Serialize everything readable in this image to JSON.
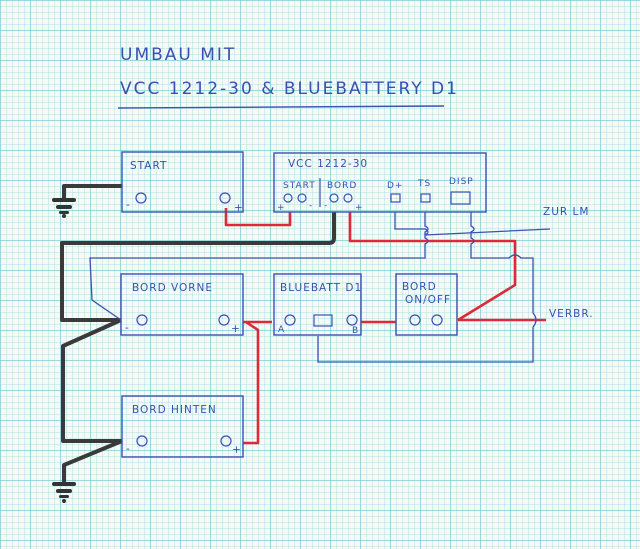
{
  "title": {
    "line1": "UMBAU MIT",
    "line2": "VCC 1212-30 & BLUEBATTERY D1"
  },
  "components": {
    "start_battery": {
      "label": "START",
      "minus": "-",
      "plus": "+"
    },
    "vcc": {
      "label": "VCC 1212-30",
      "start_group": "START",
      "bord_group": "BORD",
      "terminals": [
        "D+",
        "TS",
        "DISP"
      ],
      "start_plus": "+",
      "start_minus": "-",
      "bord_minus": "-",
      "bord_plus": "+"
    },
    "bord_vorne": {
      "label": "BORD VORNE",
      "minus": "-",
      "plus": "+"
    },
    "bluebatt": {
      "label": "BLUEBATT D1",
      "a": "A",
      "b": "B"
    },
    "bord_onoff": {
      "label_line1": "BORD",
      "label_line2": "ON/OFF"
    },
    "bord_hinten": {
      "label": "BORD HINTEN",
      "minus": "-",
      "plus": "+"
    }
  },
  "annotations": {
    "zur_lm": "ZUR LM",
    "verbr": "VERBR."
  },
  "colors": {
    "ink_blue": "#3d4fb5",
    "wire_positive": "#e0283a",
    "wire_ground": "#3a3a3a"
  }
}
